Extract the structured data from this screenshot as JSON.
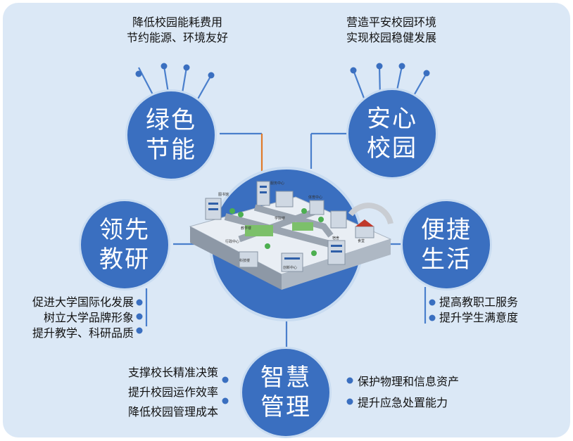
{
  "center": {
    "labels": [
      "服务中心",
      "图书馆",
      "教学楼",
      "体育中心",
      "学院楼",
      "行政中心",
      "宿舍",
      "科技楼",
      "创新中心",
      "食堂"
    ]
  },
  "nodes": {
    "green": {
      "line1": "绿色",
      "line2": "节能",
      "desc": [
        "降低校园能耗费用",
        "节约能源、环境友好"
      ]
    },
    "safe": {
      "line1": "安心",
      "line2": "校园",
      "desc": [
        "营造平安校园环境",
        "实现校园稳健发展"
      ]
    },
    "lead": {
      "line1": "领先",
      "line2": "教研",
      "desc": [
        "促进大学国际化发展",
        "树立大学品牌形象",
        "提升教学、科研品质"
      ]
    },
    "life": {
      "line1": "便捷",
      "line2": "生活",
      "desc": [
        "提高教职工服务",
        "提升学生满意度"
      ]
    },
    "smart": {
      "line1": "智慧",
      "line2": "管理",
      "desc_left": [
        "支撑校长精准决策",
        "提升校园运作效率",
        "降低校园管理成本"
      ],
      "desc_right": [
        "保护物理和信息资产",
        "提升应急处置能力"
      ]
    }
  },
  "colors": {
    "node": "#3a6fc0",
    "link": "#4a7fcc",
    "accent": "#e07b2a"
  }
}
